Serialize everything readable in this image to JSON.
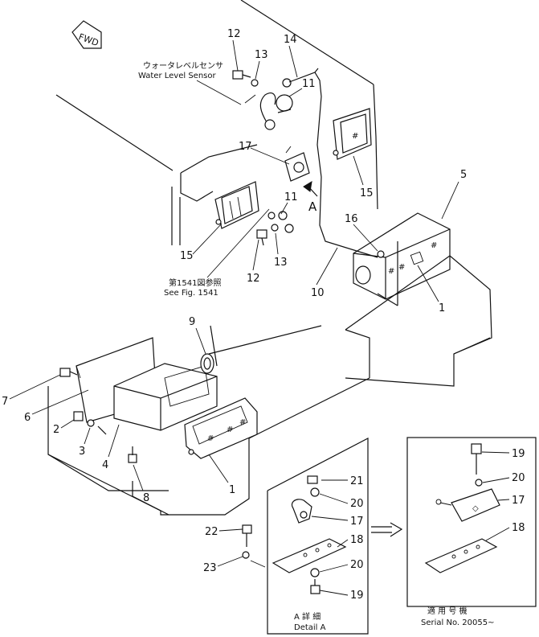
{
  "fwd_label": "FWD",
  "water_sensor": {
    "jp": "ウォータレベルセンサ",
    "en": "Water Level Sensor"
  },
  "see_fig": {
    "jp": "第1541図参照",
    "en": "See Fig. 1541"
  },
  "view_arrow_label": "A",
  "detail_a": {
    "jp": "A 詳 細",
    "en": "Detail A"
  },
  "serial": {
    "jp": "適 用 号 機",
    "en": "Serial No. 20055~"
  },
  "callouts": {
    "c12a": "12",
    "c13a": "13",
    "c14": "14",
    "c11a": "11",
    "c17a": "17",
    "c15a": "15",
    "c5": "5",
    "c11b": "11",
    "c16": "16",
    "c15b": "15",
    "c12b": "12",
    "c13b": "13",
    "c10": "10",
    "c1a": "1",
    "c9": "9",
    "c7": "7",
    "c6": "6",
    "c2": "2",
    "c3": "3",
    "c4": "4",
    "c8": "8",
    "c1b": "1",
    "c21": "21",
    "c20a": "20",
    "c17b": "17",
    "c22": "22",
    "c18a": "18",
    "c23": "23",
    "c20b": "20",
    "c19a": "19",
    "c19b": "19",
    "c20c": "20",
    "c17c": "17",
    "c18b": "18"
  }
}
